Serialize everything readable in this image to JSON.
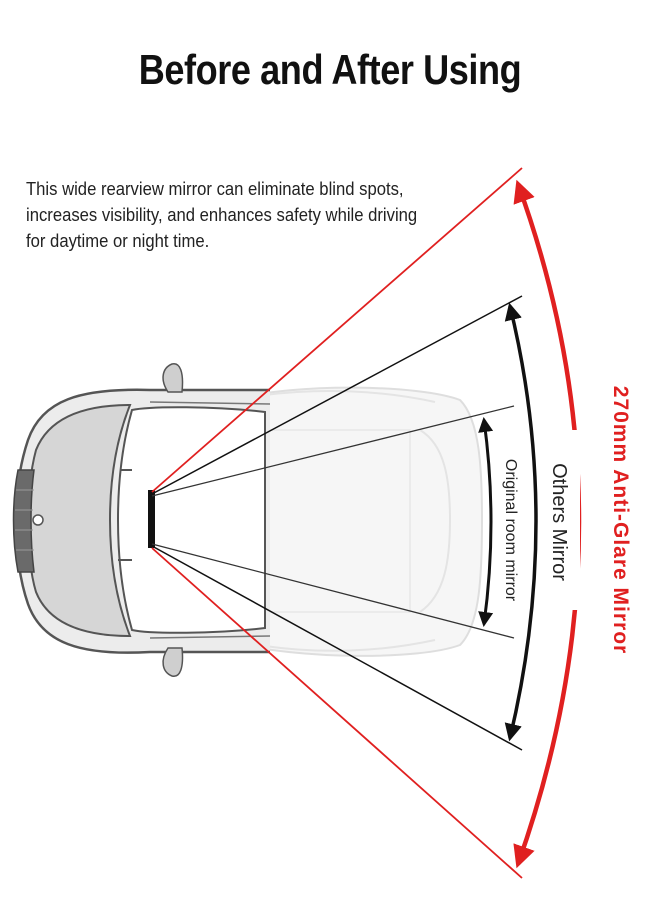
{
  "title": "Before and After Using",
  "description": {
    "lines": [
      "This wide rearview mirror can eliminate blind spots,",
      "increases visibility, and enhances safety while driving",
      "for daytime or night time."
    ]
  },
  "labels": {
    "anti_glare": "270mm Anti-Glare Mirror",
    "others_mirror": "Others Mirror",
    "original_mirror": "Original room mirror"
  },
  "colors": {
    "accent_red": "#e02020",
    "line_dark": "#111111",
    "car_outline": "#555555",
    "car_fill": "#d6d6d6",
    "ghost_outline": "#c4c4c4"
  }
}
